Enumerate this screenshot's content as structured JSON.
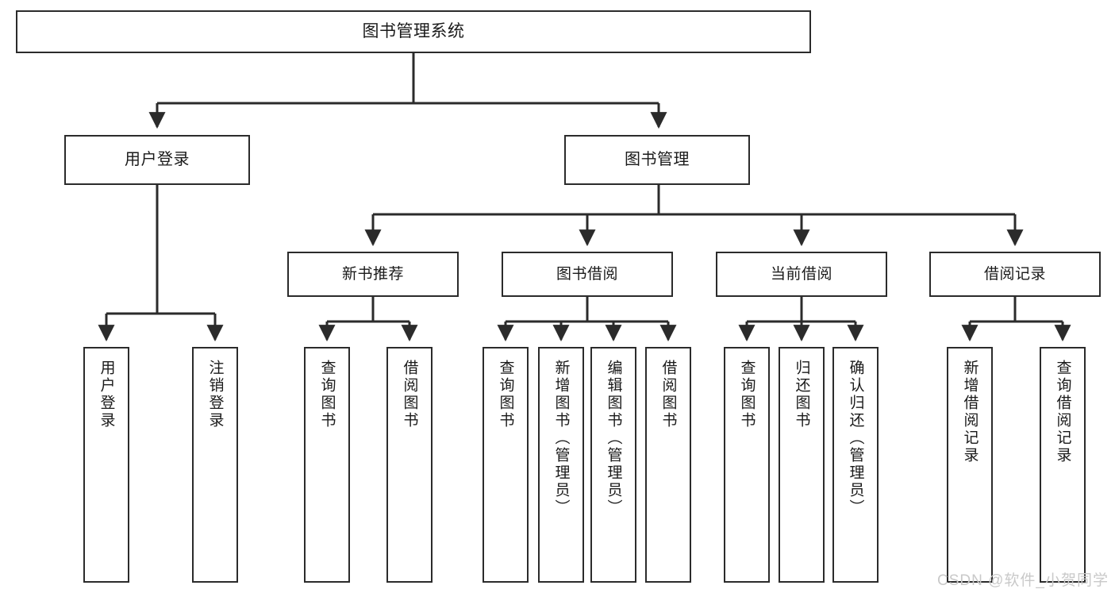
{
  "diagram": {
    "title": "图书管理系统",
    "watermark": "CSDN @软件_小贺同学",
    "root": {
      "label": "图书管理系统"
    },
    "level2": [
      {
        "label": "用户登录"
      },
      {
        "label": "图书管理"
      }
    ],
    "level3": [
      {
        "label": "新书推荐"
      },
      {
        "label": "图书借阅"
      },
      {
        "label": "当前借阅"
      },
      {
        "label": "借阅记录"
      }
    ],
    "leaves": {
      "user_login": [
        {
          "label": "用户登录"
        },
        {
          "label": "注销登录"
        }
      ],
      "new_book_recommend": [
        {
          "label": "查询图书"
        },
        {
          "label": "借阅图书"
        }
      ],
      "book_borrow": [
        {
          "label": "查询图书"
        },
        {
          "label": "新增图书（管理员）"
        },
        {
          "label": "编辑图书（管理员）"
        },
        {
          "label": "借阅图书"
        }
      ],
      "current_borrow": [
        {
          "label": "查询图书"
        },
        {
          "label": "归还图书"
        },
        {
          "label": "确认归还（管理员）"
        }
      ],
      "borrow_record": [
        {
          "label": "新增借阅记录"
        },
        {
          "label": "查询借阅记录"
        }
      ]
    },
    "colors": {
      "stroke": "#2b2b2b",
      "fill": "#ffffff",
      "text": "#1a1a1a",
      "watermark": "#c9c9c9"
    }
  }
}
